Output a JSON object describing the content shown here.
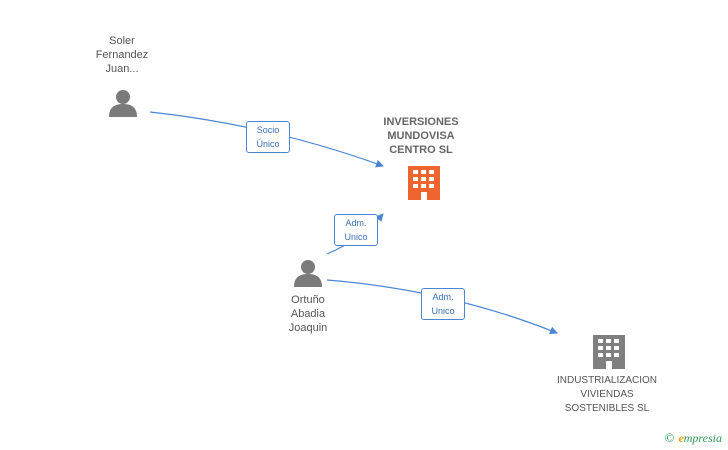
{
  "nodes": {
    "soler": {
      "label_lines": [
        "Soler",
        "Fernandez",
        "Juan..."
      ],
      "icon": "person-icon"
    },
    "inversiones": {
      "label_lines": [
        "INVERSIONES",
        "MUNDOVISA",
        "CENTRO SL"
      ],
      "icon": "building-icon"
    },
    "ortuno": {
      "label_lines": [
        "Ortuño",
        "Abadia",
        "Joaquin"
      ],
      "icon": "person-icon"
    },
    "industrializacion": {
      "label_lines": [
        "INDUSTRIALIZACION",
        "VIVIENDAS",
        "SOSTENIBLES SL"
      ],
      "icon": "building-icon"
    }
  },
  "edges": {
    "e1": {
      "label_lines": [
        "Socio",
        "Único"
      ]
    },
    "e2": {
      "label_lines": [
        "Adm.",
        "Unico"
      ]
    },
    "e3": {
      "label_lines": [
        "Adm.",
        "Unico"
      ]
    }
  },
  "footer": {
    "symbol": "©",
    "brand_initial": "e",
    "brand_rest": "mpresia"
  },
  "colors": {
    "edge": "#4a86d4",
    "person": "#7a7a7a",
    "main_building": "#ef6530",
    "building": "#7f7f7f"
  }
}
